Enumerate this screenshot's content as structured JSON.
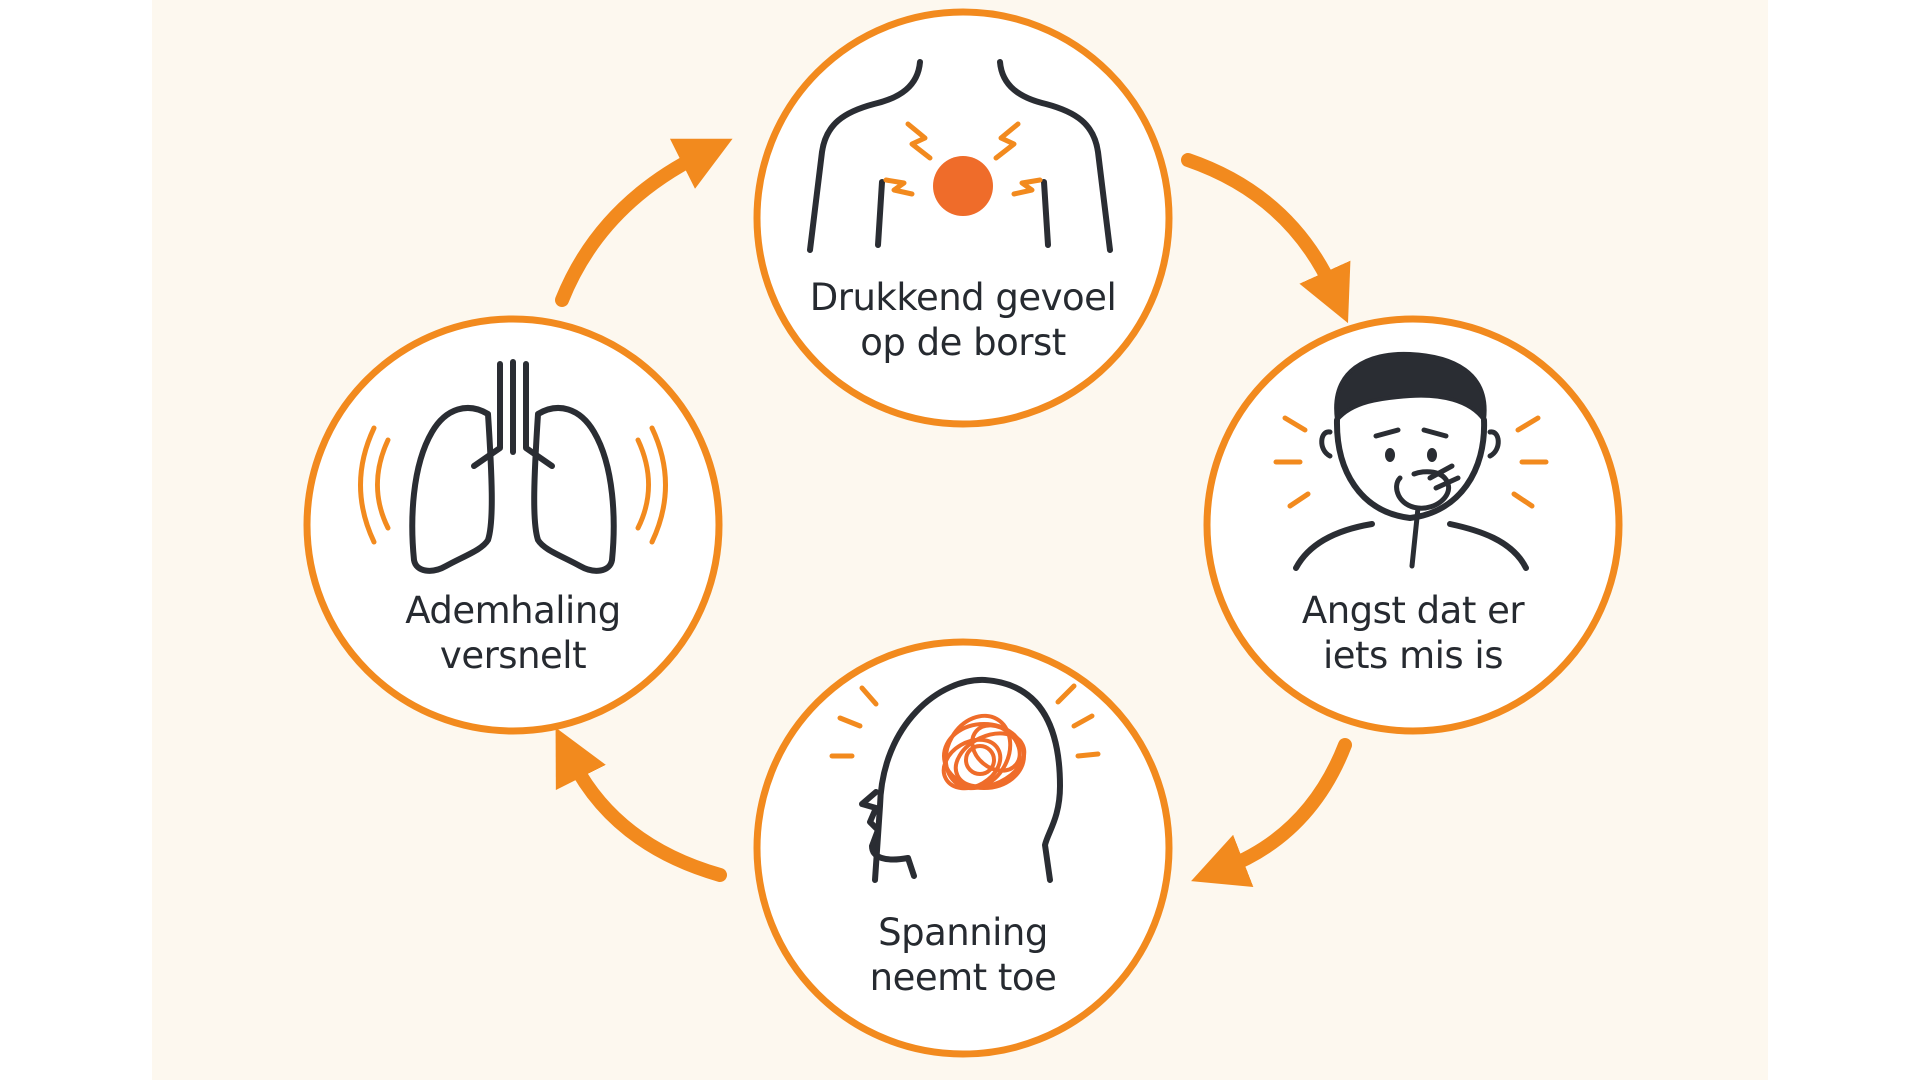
{
  "colors": {
    "background": "#fdf8ef",
    "accent": "#f28a1e",
    "accent_dark": "#ef6c2a",
    "line": "#2a2d33",
    "circle_fill": "#ffffff"
  },
  "cycle": {
    "nodes": [
      {
        "id": "chest",
        "icon": "chest-pressure-icon",
        "line1": "Drukkend gevoel",
        "line2": "op de borst"
      },
      {
        "id": "anxiety",
        "icon": "worried-person-icon",
        "line1": "Angst dat er",
        "line2": "iets mis is"
      },
      {
        "id": "tension",
        "icon": "tangled-head-icon",
        "line1": "Spanning",
        "line2": "neemt toe"
      },
      {
        "id": "breathing",
        "icon": "lungs-icon",
        "line1": "Ademhaling",
        "line2": "versnelt"
      }
    ],
    "direction": "clockwise"
  }
}
